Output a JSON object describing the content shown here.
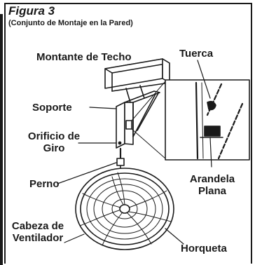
{
  "figure": {
    "title": "Figura 3",
    "subtitle": "(Conjunto de Montaje en la Pared)"
  },
  "labels": {
    "montante": "Montante de Techo",
    "soporte": "Soporte",
    "orificio": "Orificio de Giro",
    "perno": "Perno",
    "cabeza": "Cabeza de Ventilador",
    "tuerca": "Tuerca",
    "arandela": "Arandela Plana",
    "horqueta": "Horqueta"
  },
  "colors": {
    "ink": "#1a1a1a",
    "paper": "#ffffff"
  }
}
